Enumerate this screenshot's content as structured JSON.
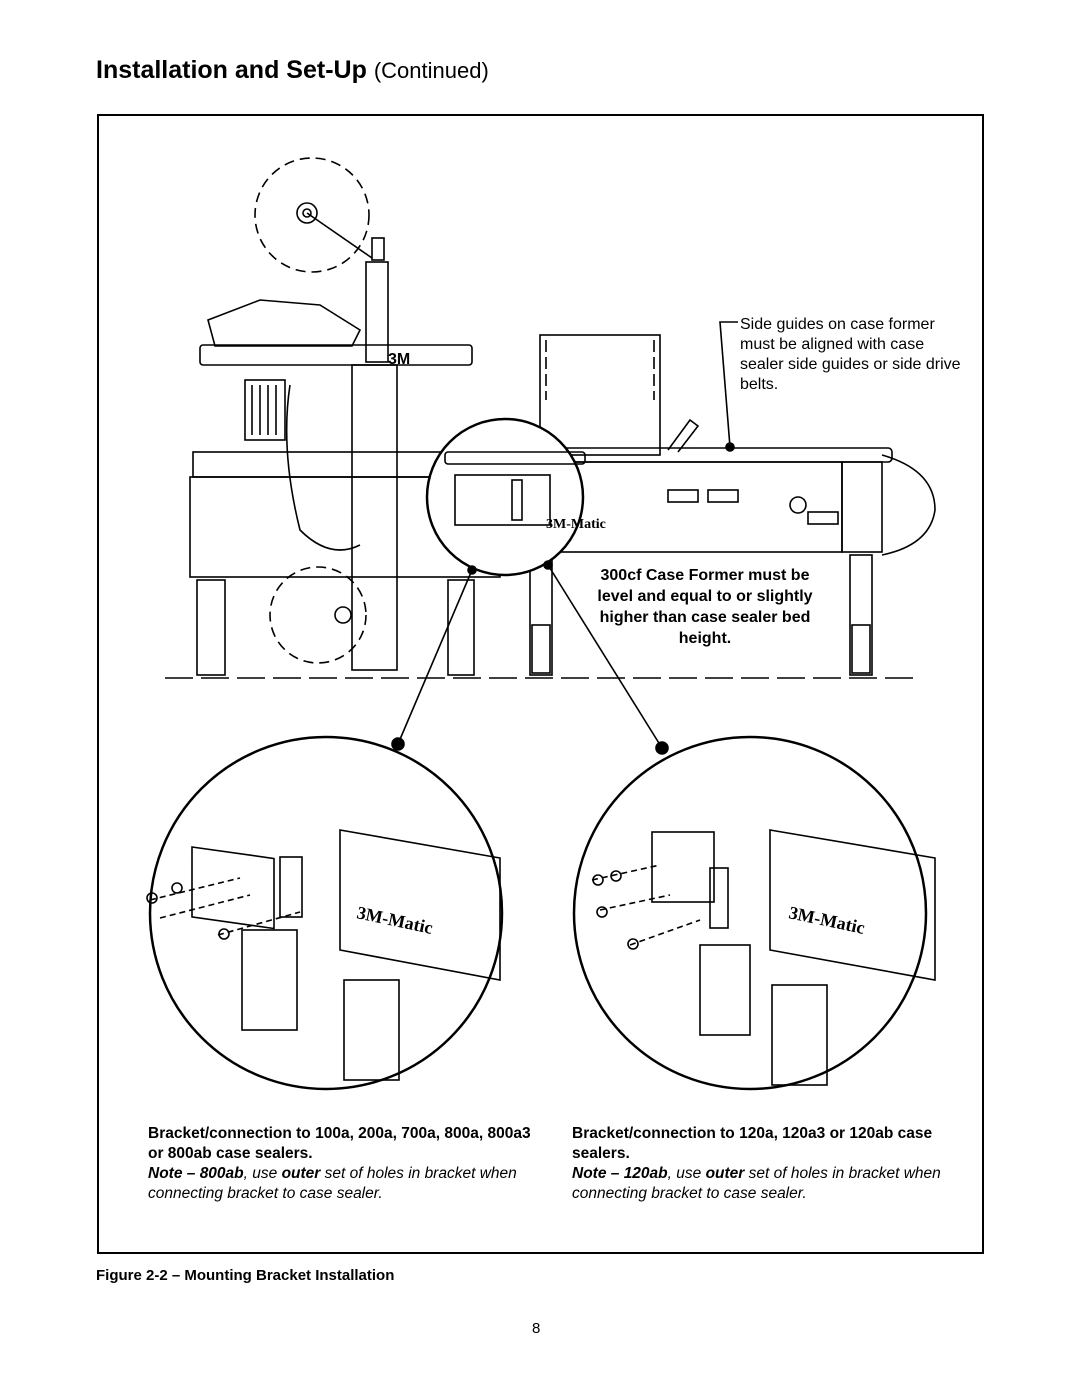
{
  "header": {
    "title": "Installation and Set-Up",
    "title_suffix": "(Continued)"
  },
  "figure": {
    "callout_side_guides": "Side guides on case former must be aligned with case sealer side guides or side drive belts.",
    "note_300cf": "300cf Case Former must be level and equal to or slightly higher than case sealer bed height.",
    "machine_logo_text": "3M-Matic",
    "brand_mark": "3M",
    "left_detail": {
      "caption_bold": "Bracket/connection to 100a, 200a, 700a, 800a, 800a3 or 800ab case sealers.",
      "note_prefix": "Note – ",
      "note_model": "800ab",
      "note_mid": ", use ",
      "note_outer": "outer",
      "note_rest": " set of holes in bracket when connecting bracket to case sealer."
    },
    "right_detail": {
      "caption_bold": "Bracket/connection to 120a, 120a3 or 120ab case sealers.",
      "note_prefix": "Note – ",
      "note_model": "120ab",
      "note_mid": ", use ",
      "note_outer": "outer",
      "note_rest": " set of holes in bracket when connecting bracket to case sealer."
    }
  },
  "figure_caption": "Figure 2-2 – Mounting Bracket Installation",
  "page_number": "8"
}
